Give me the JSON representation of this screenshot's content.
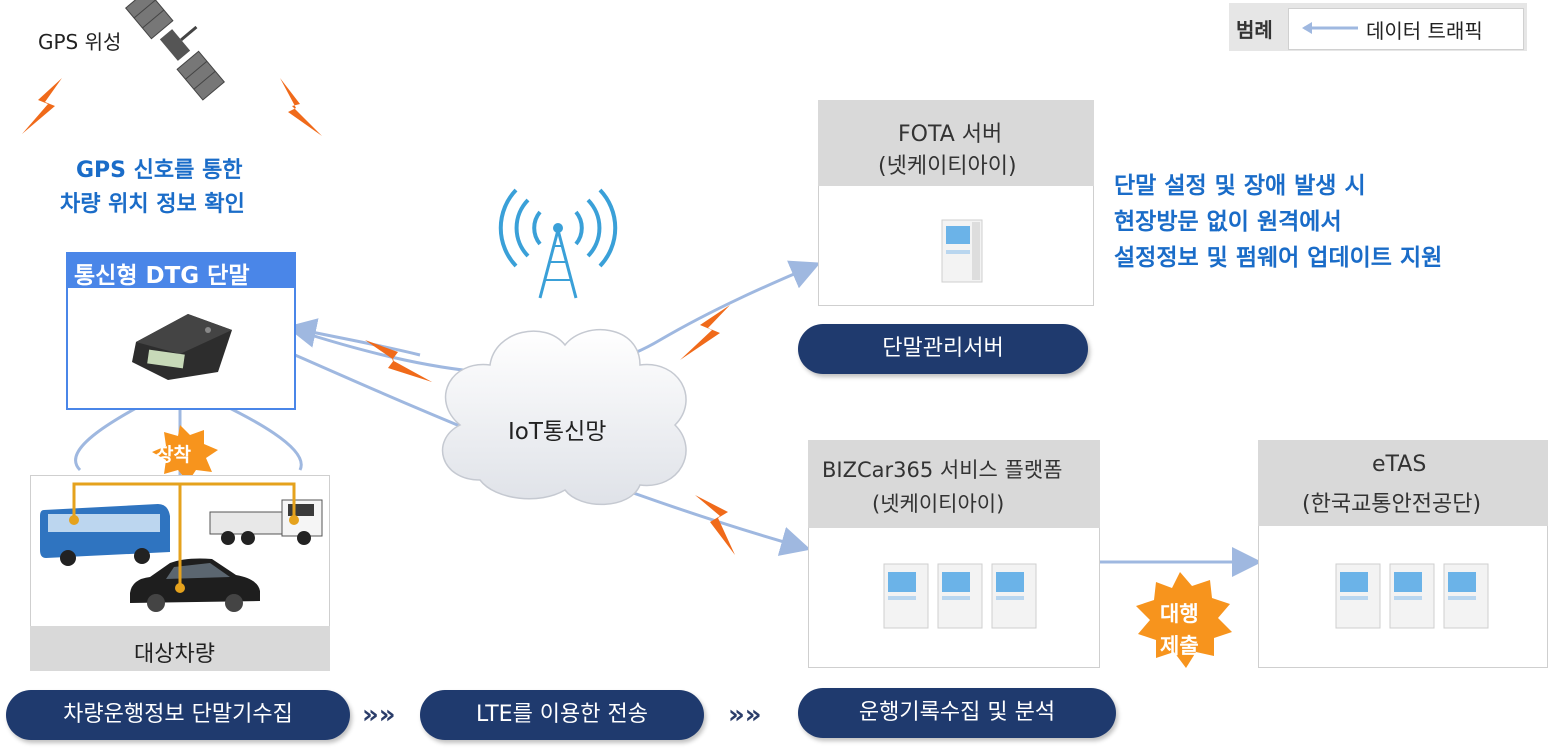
{
  "legend": {
    "title": "범례",
    "item": "데이터 트래픽"
  },
  "gps": {
    "label": "GPS 위성",
    "caption_line1": "GPS 신호를 통한",
    "caption_line2": "차량 위치 정보 확인"
  },
  "terminal": {
    "title": "통신형  DTG 단말",
    "attach_badge": "장착"
  },
  "vehicles": {
    "label": "대상차량"
  },
  "network": {
    "label": "IoT통신망"
  },
  "fota": {
    "title_line1": "FOTA 서버",
    "title_line2": "(넷케이티아이)",
    "pill": "단말관리서버"
  },
  "fota_desc": {
    "line1": "단말 설정 및 장애 발생 시",
    "line2": "현장방문 없이 원격에서",
    "line3": "설정정보 및 펌웨어 업데이트 지원"
  },
  "bizcar": {
    "title_line1": "BIZCar365 서비스 플랫폼",
    "title_line2": "(넷케이티아이)",
    "pill": "운행기록수집 및 분석"
  },
  "etas": {
    "title_line1": "eTAS",
    "title_line2": "(한국교통안전공단)"
  },
  "submit_badge": {
    "line1": "대행",
    "line2": "제출"
  },
  "steps": {
    "step1": "차량운행정보 단말기수집",
    "step2": "LTE를 이용한 전송",
    "arrows": "»»"
  },
  "colors": {
    "navy": "#1f3a6e",
    "link_blue": "#1a6cc8",
    "traffic_line": "#9fb8e0",
    "bolt_orange": "#f06a1a",
    "badge_orange": "#f7941d",
    "header_blue": "#4a86e8"
  }
}
